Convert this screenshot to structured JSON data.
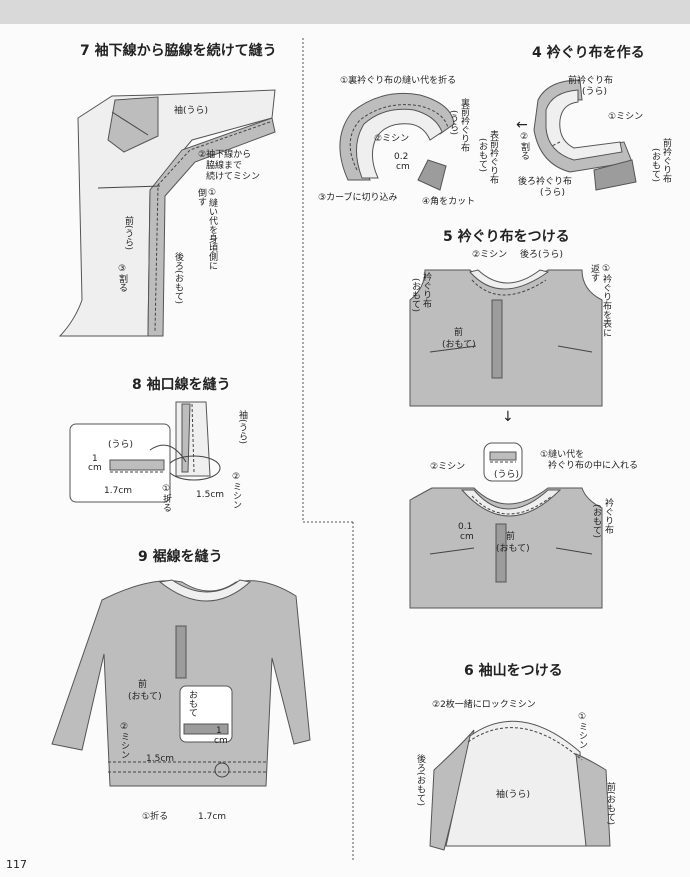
{
  "page_number": "117",
  "steps": [
    {
      "id": "7",
      "title": "7 袖下線から脇線を続けて縫う"
    },
    {
      "id": "4",
      "title": "4 衿ぐり布を作る"
    },
    {
      "id": "5",
      "title": "5 衿ぐり布をつける"
    },
    {
      "id": "8",
      "title": "8 袖口線を縫う"
    },
    {
      "id": "9",
      "title": "9 裾線を縫う"
    },
    {
      "id": "6",
      "title": "6 袖山をつける"
    }
  ],
  "step7": {
    "sleeve": "袖(うら)",
    "stitch": [
      "②袖下線から",
      "脇線まで",
      "続けてミシン"
    ],
    "fold": [
      "①縫い代を身頃側に",
      "倒す"
    ],
    "front": "前(うら)",
    "press": "③割る",
    "back": "後ろ(おもて)"
  },
  "step4": {
    "fold_seam": "①裏衿ぐり布の縫い代を折る",
    "back_front": "裏前衿ぐり布",
    "back_front_sub": "(うら)",
    "stitch": "②ミシン",
    "width": "0.2",
    "unit": "cm",
    "front_face": "表前衿ぐり布",
    "front_face_sub": "(おもて)",
    "clip": "③カーブに切り込み",
    "corner": "④角をカット",
    "front_piece": "前衿ぐり布",
    "front_piece_sub": "(うら)",
    "seam1": "①ミシン",
    "press": "②割る",
    "front_piece2": "前衿ぐり布",
    "front_piece2_sub": "(おもて)",
    "back_piece": "後ろ衿ぐり布",
    "back_piece_sub": "(うら)"
  },
  "step5": {
    "stitch": "②ミシン",
    "back": "後ろ(うら)",
    "neck_piece": "衿ぐり布",
    "neck_piece_sub": "(おもて)",
    "overlap": [
      "①衿ぐり布を表に",
      "返す"
    ],
    "front": "前",
    "front_sub": "(おもて)",
    "stitch2": "②ミシン",
    "zoom_label": "(うら)",
    "insert": "①縫い代を",
    "insert2": "衿ぐり布の中に入れる",
    "width": "0.1",
    "unit": "cm",
    "front2": "前",
    "front2_sub": "(おもて)",
    "neck_piece2": "衿ぐり布",
    "neck_piece2_sub": "(おもて)"
  },
  "step8": {
    "zoom_label": "(うら)",
    "one": "1",
    "unit": "cm",
    "seam_width": "1.7cm",
    "fold": "①折る",
    "hem_width": "1.5cm",
    "stitch": "②ミシン",
    "sleeve": "袖(うら)"
  },
  "step9": {
    "front": "前",
    "front_sub": "(おもて)",
    "stitch": "②ミシン",
    "zoom_label": "おもて",
    "one": "1",
    "unit": "cm",
    "hem_width": "1.5cm",
    "fold": "①折る",
    "seam_width": "1.7cm"
  },
  "step6": {
    "lock": "②2枚一緒にロックミシン",
    "stitch": "①ミシン",
    "back": "後ろ(おもて)",
    "sleeve": "袖(うら)",
    "front": "前(おもて)"
  }
}
